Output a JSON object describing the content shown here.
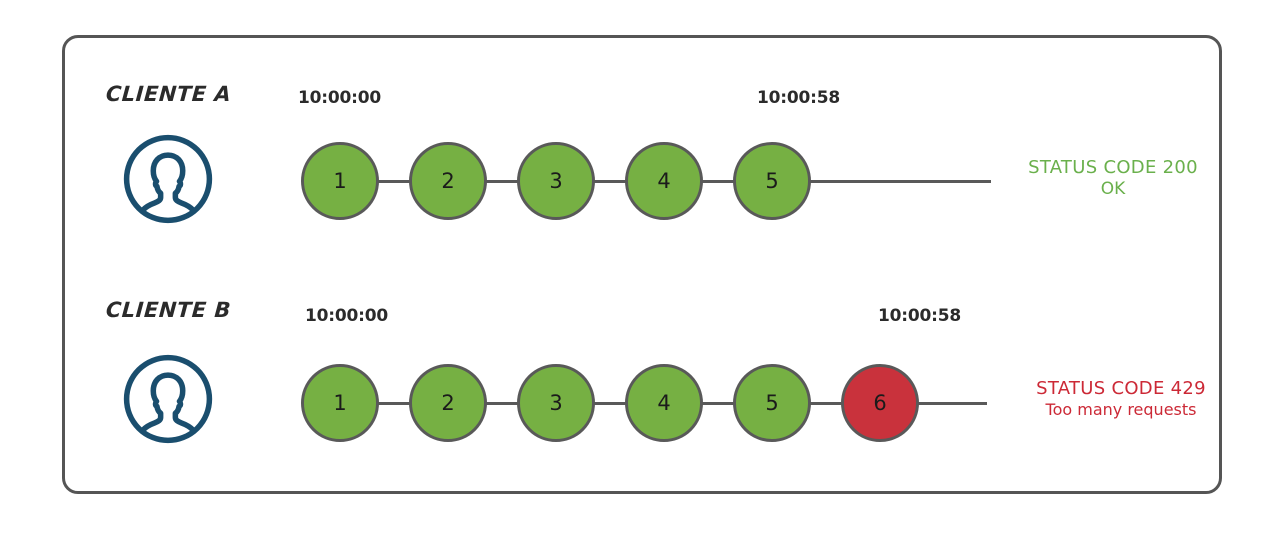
{
  "diagram": {
    "title_visible": false,
    "colors": {
      "frame_border": "#555555",
      "node_ok_fill": "#76b043",
      "node_fail_fill": "#c9323c",
      "node_stroke": "#595959",
      "avatar": "#1a4e6e",
      "status_ok_text": "#6ab04c",
      "status_fail_text": "#cc2936",
      "label_text": "#2b2b2b"
    },
    "lanes": [
      {
        "id": "cliente-a",
        "label": "CLIENTE A",
        "avatar_icon": "user-avatar-icon",
        "start_time": "10:00:00",
        "end_time": "10:00:58",
        "nodes": [
          {
            "number": "1",
            "state": "ok"
          },
          {
            "number": "2",
            "state": "ok"
          },
          {
            "number": "3",
            "state": "ok"
          },
          {
            "number": "4",
            "state": "ok"
          },
          {
            "number": "5",
            "state": "ok"
          }
        ],
        "status": {
          "line1": "STATUS CODE 200",
          "line2": "OK",
          "state": "ok"
        }
      },
      {
        "id": "cliente-b",
        "label": "CLIENTE B",
        "avatar_icon": "user-avatar-icon",
        "start_time": "10:00:00",
        "end_time": "10:00:58",
        "nodes": [
          {
            "number": "1",
            "state": "ok"
          },
          {
            "number": "2",
            "state": "ok"
          },
          {
            "number": "3",
            "state": "ok"
          },
          {
            "number": "4",
            "state": "ok"
          },
          {
            "number": "5",
            "state": "ok"
          },
          {
            "number": "6",
            "state": "fail"
          }
        ],
        "status": {
          "line1": "STATUS CODE 429",
          "line2": "Too many requests",
          "state": "fail"
        }
      }
    ]
  }
}
